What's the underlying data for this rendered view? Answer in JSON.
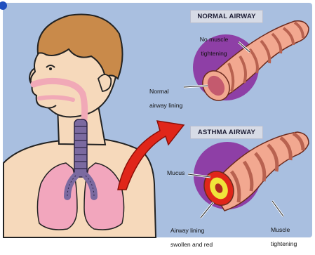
{
  "panels": {
    "normal": {
      "title": "NORMAL AIRWAY",
      "label_no_muscle": [
        "No muscle",
        "tightening"
      ],
      "label_lining": [
        "Normal",
        "airway lining"
      ]
    },
    "asthma": {
      "title": "ASTHMA AIRWAY",
      "label_mucus": "Mucus",
      "label_swollen": [
        "Airway lining",
        "swollen and red"
      ],
      "label_muscle": [
        "Muscle",
        "tightening"
      ]
    }
  },
  "colors": {
    "panel_background": "#a9bfe0",
    "skin": "#f6d9bb",
    "hair": "#c98a4a",
    "lungs": "#f2a6bd",
    "trachea": "#7b6aa0",
    "arrow": "#e0261a",
    "airway": "#f2a890",
    "airway_purple_disc": "#8e3fa6",
    "mucus": "#f0e43a"
  }
}
